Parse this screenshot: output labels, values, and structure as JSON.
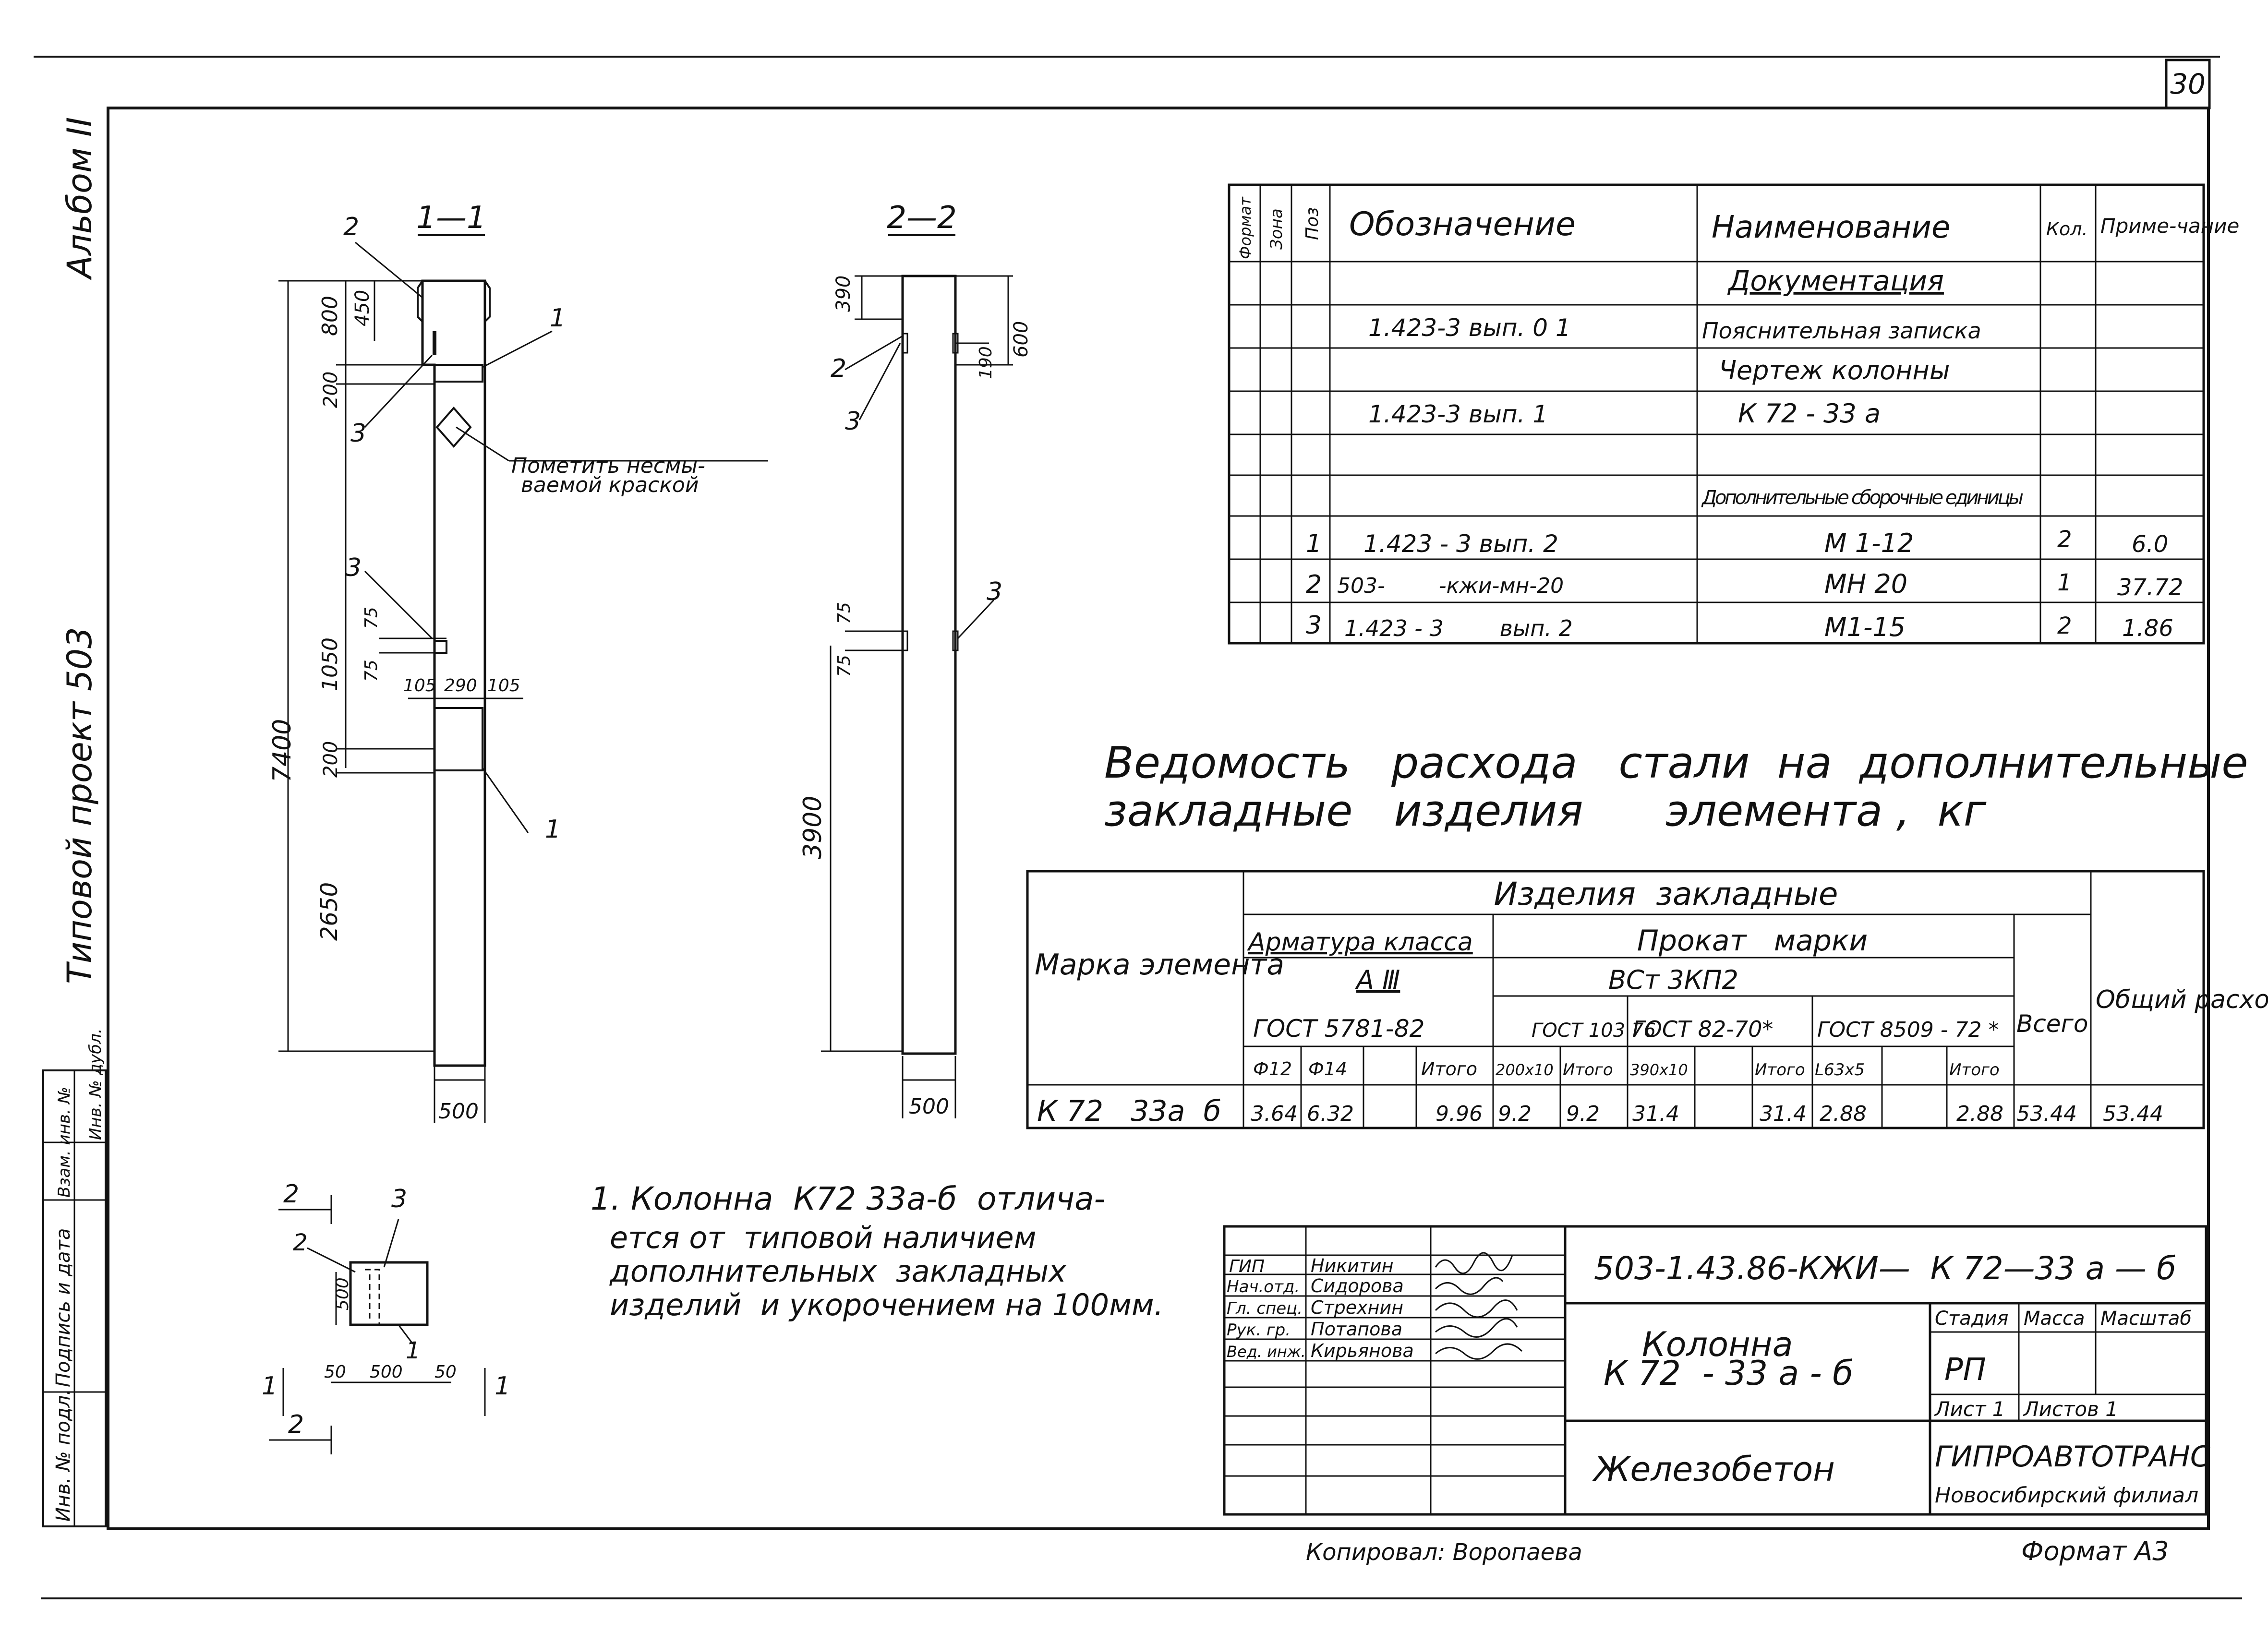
{
  "sheet": {
    "page_number": "30",
    "left_strip": {
      "album": "Альбом II",
      "project": "Типовой проект 503"
    },
    "binding_strip": {
      "inv_original": "Инв. № подл.",
      "signature_date": "Подпись и дата",
      "replaces_inv": "Взам. инв. №",
      "inv_dup": "Инв. № дубл."
    },
    "copied_by": "Копировал: Воропаева",
    "format": "Формат А3"
  },
  "section_1": {
    "title": "1—1",
    "dims": [
      "800",
      "450",
      "200",
      "7400",
      "1050",
      "75",
      "75",
      "200",
      "2650",
      "500",
      "105",
      "290",
      "105"
    ],
    "callouts": [
      "2",
      "1",
      "3",
      "3",
      "1"
    ],
    "note": [
      "Пометить несмы-",
      "ваемой краской"
    ]
  },
  "section_2": {
    "title": "2—2",
    "dims": [
      "390",
      "600",
      "190",
      "75",
      "75",
      "3900",
      "500"
    ],
    "callouts": [
      "2",
      "3",
      "3"
    ]
  },
  "plan_view": {
    "callouts": [
      "2",
      "3",
      "2",
      "1",
      "1",
      "1",
      "2"
    ],
    "dims": [
      "500",
      "50",
      "500",
      "50"
    ]
  },
  "spec_table": {
    "headers": {
      "format": "Формат",
      "zone": "Зона",
      "pos": "Поз",
      "designation": "Обозначение",
      "name": "Наименование",
      "qty": "Кол.",
      "note": "Приме-чание"
    },
    "rows": [
      {
        "pos": "",
        "designation": "",
        "name": "Документация",
        "qty": "",
        "note": ""
      },
      {
        "pos": "",
        "designation": "1.423-3   вып. 0 1",
        "name": "Пояснительная записка",
        "qty": "",
        "note": ""
      },
      {
        "pos": "",
        "designation": "",
        "name": "Чертеж колонны",
        "qty": "",
        "note": ""
      },
      {
        "pos": "",
        "designation": "1.423-3   вып. 1",
        "name": "К 72 - 33 а",
        "qty": "",
        "note": ""
      },
      {
        "pos": "",
        "designation": "",
        "name": "",
        "qty": "",
        "note": ""
      },
      {
        "pos": "",
        "designation": "",
        "name": "Дополнительные сборочные единицы",
        "qty": "",
        "note": ""
      },
      {
        "pos": "1",
        "designation": "1.423 - 3   вып. 2",
        "name": "М 1-12",
        "qty": "2",
        "note": "6.0"
      },
      {
        "pos": "2",
        "designation": "503-        -кжи-мн-20",
        "name": "МН 20",
        "qty": "1",
        "note": "37.72"
      },
      {
        "pos": "3",
        "designation": "1.423 - 3        вып. 2",
        "name": "М1-15",
        "qty": "2",
        "note": "1.86"
      }
    ]
  },
  "steel_title": [
    "Ведомость   расхода   стали  на  дополнительные",
    "закладные   изделия      элемента ,  кг"
  ],
  "steel_table": {
    "mark_header": "Марка элемента",
    "group": "Изделия  закладные",
    "armature": "Арматура класса",
    "armature_class": "А Ⅲ",
    "gost_a": "ГОСТ 5781-82",
    "rolled": "Прокат   марки",
    "rolled_grade": "ВСт 3КП2",
    "gost_b": "ГОСТ 103 76",
    "gost_c": "ГОСТ 82-70*",
    "gost_d": "ГОСТ 8509 - 72 *",
    "total": "Всего",
    "overall": "Общий расход",
    "sub": [
      "Ф12",
      "Ф14",
      "",
      "Итого",
      "200х10",
      "Итого",
      "390х10",
      "",
      "Итого",
      "L63х5",
      "",
      "Итого"
    ],
    "row": {
      "mark": "К 72   33а  б",
      "values": [
        "3.64",
        "6.32",
        "",
        "9.96",
        "9.2",
        "9.2",
        "31.4",
        "",
        "31.4",
        "2.88",
        "",
        "2.88",
        "53.44",
        "53.44"
      ]
    }
  },
  "notes": [
    "1. Колонна  К72 33а-б  отлича-",
    "ется от  типовой наличием",
    "дополнительных  закладных",
    "изделий  и укорочением на 100мм."
  ],
  "title_block": {
    "staff": [
      {
        "role": "ГИП",
        "name": "Никитин"
      },
      {
        "role": "Нач.отд.",
        "name": "Сидорова"
      },
      {
        "role": "Гл. спец.",
        "name": "Стрехнин"
      },
      {
        "role": "Рук. гр.",
        "name": "Потапова"
      },
      {
        "role": "Вед. инж.",
        "name": "Кирьянова"
      }
    ],
    "code": "503-1.43.86-КЖИ—  К 72—33 а — б",
    "object_line1": "Колонна",
    "object_line2": "К 72  - 33 а - б",
    "stage_label": "Стадия",
    "mass_label": "Масса",
    "scale_label": "Масштаб",
    "stage": "РП",
    "sheet": "Лист 1",
    "sheets": "Листов 1",
    "material": "Железобетон",
    "org": "ГИПРОАВТОТРАНС",
    "branch": "Новосибирский филиал"
  }
}
